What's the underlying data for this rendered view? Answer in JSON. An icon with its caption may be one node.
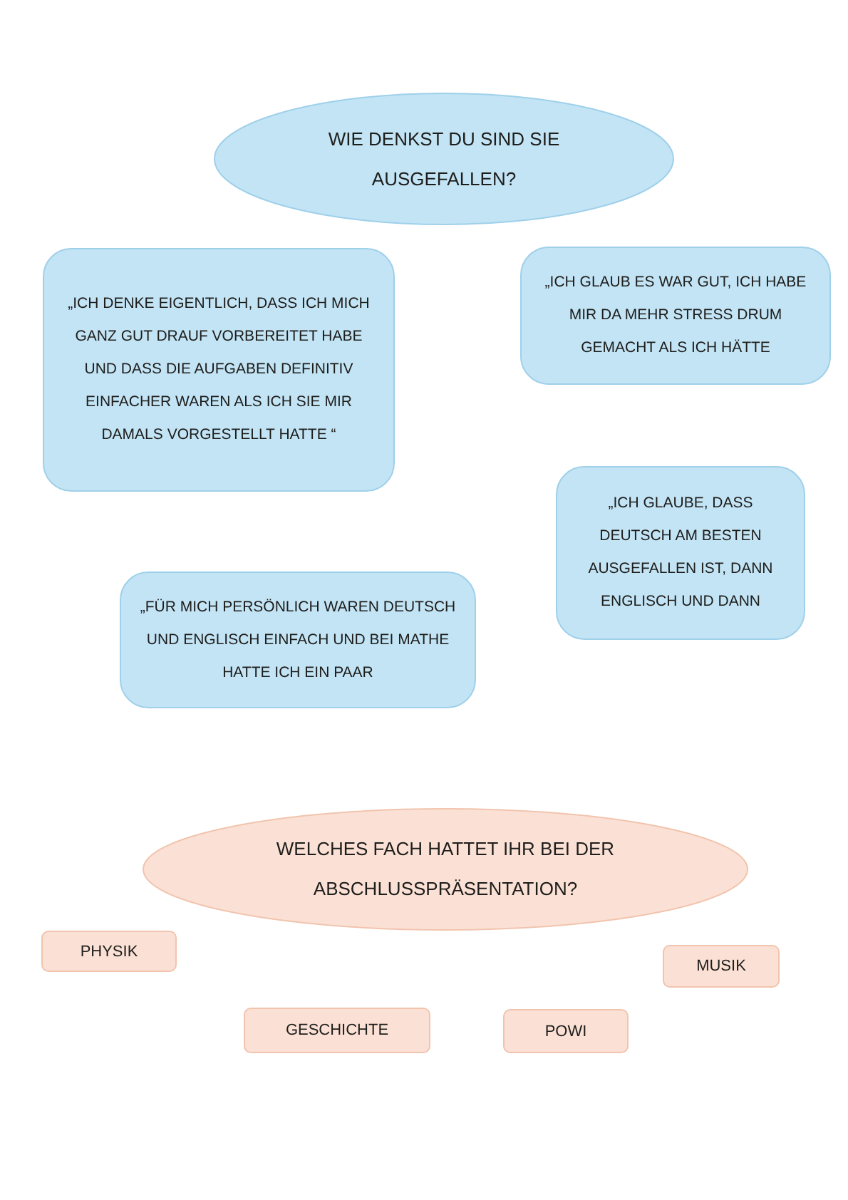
{
  "diagram": {
    "nodes": [
      {
        "text": [
          "WIE DENKST DU SIND SIE AUSGEFALLEN?"
        ]
      },
      {
        "text": [
          "„ICH DENKE EIGENTLICH, DASS ICH MICH GANZ GUT DRAUF VORBEREITET HABE UND DASS DIE AUFGABEN DEFINITIV EINFACHER WAREN ALS ICH SIE MIR DAMALS VORGESTELLT HATTE “"
        ]
      },
      {
        "text": [
          "„ICH GLAUB ES WAR GUT, ICH HABE MIR DA MEHR STRESS DRUM GEMACHT ALS ICH HÄTTE"
        ]
      },
      {
        "text": [
          "„ICH GLAUBE, DASS DEUTSCH AM BESTEN AUSGEFALLEN IST, DANN ENGLISCH UND DANN"
        ]
      },
      {
        "text": [
          "„FÜR MICH PERSÖNLICH WAREN DEUTSCH UND ENGLISCH EINFACH UND BEI MATHE HATTE ICH EIN PAAR"
        ]
      },
      {
        "text": [
          "WELCHES FACH HATTET IHR BEI DER ABSCHLUSSPRÄSENTATION?"
        ]
      },
      {
        "text": [
          "PHYSIK"
        ]
      },
      {
        "text": [
          "MUSIK"
        ]
      },
      {
        "text": [
          "GESCHICHTE"
        ]
      },
      {
        "text": [
          "POWI"
        ]
      }
    ]
  }
}
